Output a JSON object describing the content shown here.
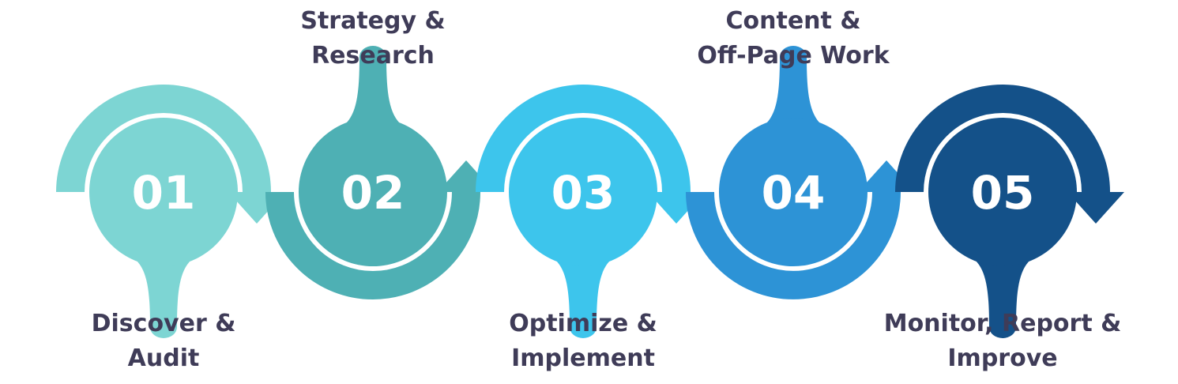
{
  "title": "Process steps",
  "steps": [
    {
      "number": "01",
      "label_lines": [
        "Discover &",
        "Audit"
      ],
      "label_position": "bottom",
      "color": "#7dd5d3"
    },
    {
      "number": "02",
      "label_lines": [
        "Strategy &",
        "Research"
      ],
      "label_position": "top",
      "color": "#4eb0b4"
    },
    {
      "number": "03",
      "label_lines": [
        "Optimize &",
        "Implement"
      ],
      "label_position": "bottom",
      "color": "#3dc5ec"
    },
    {
      "number": "04",
      "label_lines": [
        "Content &",
        "Off-Page Work"
      ],
      "label_position": "top",
      "color": "#2d93d6"
    },
    {
      "number": "05",
      "label_lines": [
        "Monitor, Report &",
        "Improve"
      ],
      "label_position": "bottom",
      "color": "#145189"
    }
  ],
  "colors": {
    "label_text": "#3f3c58",
    "number_text": "#ffffff",
    "background": "#ffffff"
  }
}
